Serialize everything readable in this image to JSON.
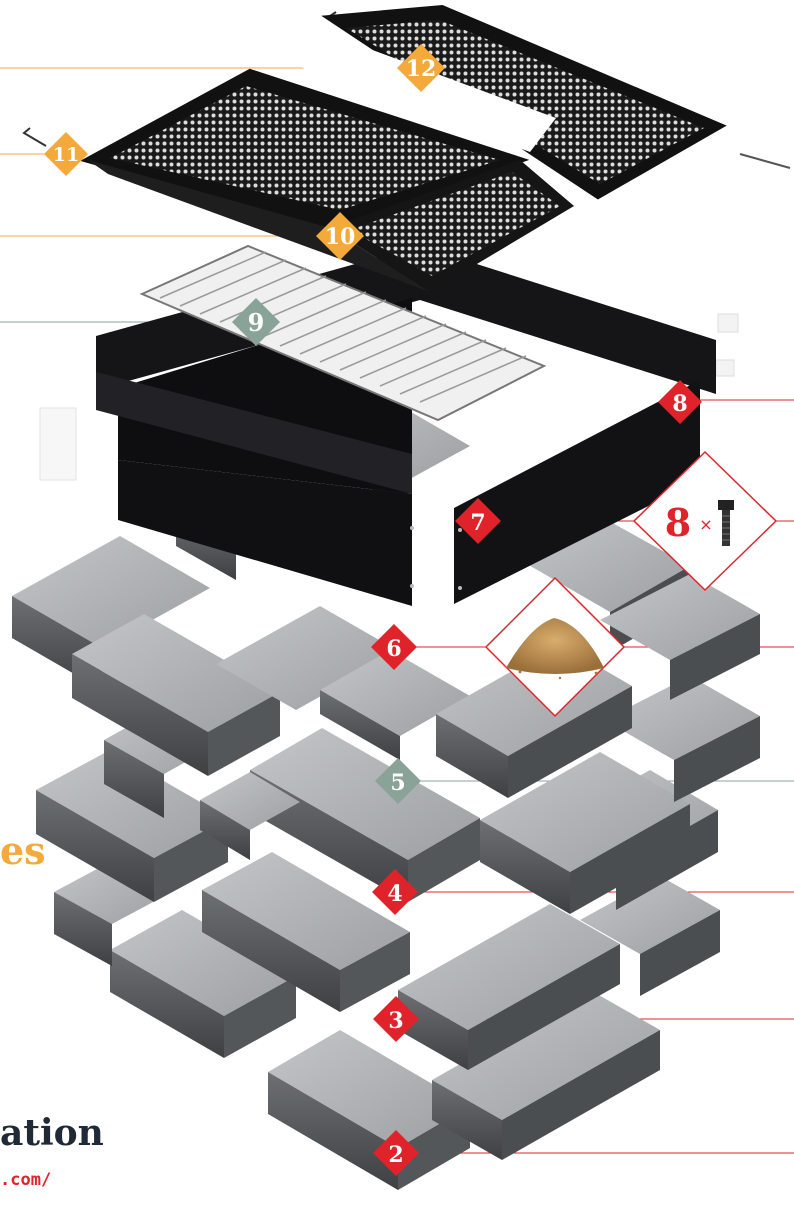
{
  "colors": {
    "orange": "#f4a93b",
    "red": "#e0232b",
    "sage": "#8aa399",
    "steel": "#1b1b1d",
    "stone": "#a9acae",
    "stone_dark": "#5a5d60",
    "sand": "#c89a5c",
    "footer_text": "#1f2a36"
  },
  "labels": {
    "l2": "2",
    "l3": "3",
    "l4": "4",
    "l5": "5",
    "l6": "6",
    "l7": "7",
    "l8": "8",
    "l9": "9",
    "l10": "10",
    "l11": "11",
    "l12": "12"
  },
  "bolt_callout": {
    "count": "8",
    "times": "×"
  },
  "side_text": "es",
  "footer": {
    "title": "ation",
    "url": ".com/"
  },
  "icons": [
    "mesh-spark-screen-icon",
    "lifting-handle-icon",
    "cooking-grate-icon",
    "steel-liner-icon",
    "bolt-icon",
    "sand-pile-icon",
    "concrete-block-icon"
  ]
}
